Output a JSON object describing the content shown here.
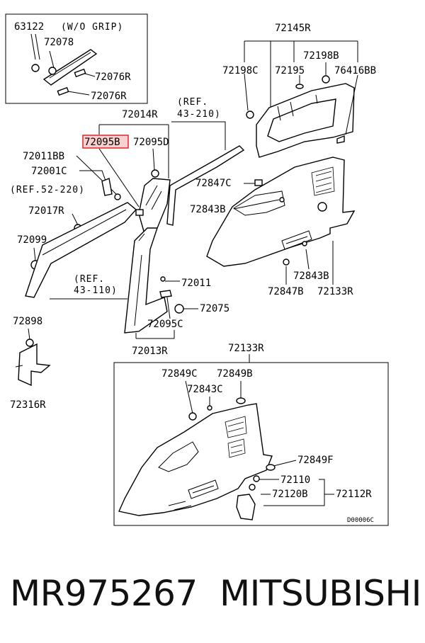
{
  "diagram": {
    "labels": {
      "p63122": "63122",
      "wo_grip": "(W/O GRIP)",
      "p72078": "72078",
      "p72076R_a": "72076R",
      "p72076R_b": "72076R",
      "p72145R": "72145R",
      "p72198C": "72198C",
      "p72195": "72195",
      "p72198B": "72198B",
      "p76416BB": "76416BB",
      "p72014R": "72014R",
      "ref_43_210_a": "(REF.",
      "ref_43_210_b": "43-210)",
      "p72095B": "72095B",
      "p72095D": "72095D",
      "p72011BB": "72011BB",
      "p72001C": "72001C",
      "ref_52_220": "(REF.52-220)",
      "p72017R": "72017R",
      "p72099": "72099",
      "p72847C": "72847C",
      "p72843B_a": "72843B",
      "p72843B_b": "72843B",
      "p72847B": "72847B",
      "p72133R_a": "72133R",
      "ref_43_110_a": "(REF.",
      "ref_43_110_b": "43-110)",
      "p72011": "72011",
      "p72075": "72075",
      "p72095C": "72095C",
      "p72898": "72898",
      "p72013R": "72013R",
      "p72316R": "72316R",
      "p72133R_b": "72133R",
      "p72849C": "72849C",
      "p72849B": "72849B",
      "p72843C": "72843C",
      "p72849F": "72849F",
      "p72110": "72110",
      "p72120B": "72120B",
      "p72112R": "72112R",
      "diagram_code": "D00006C"
    },
    "highlight_color": "#e0262b"
  },
  "footer": {
    "part_number": "MR975267",
    "brand": "MITSUBISHI"
  }
}
